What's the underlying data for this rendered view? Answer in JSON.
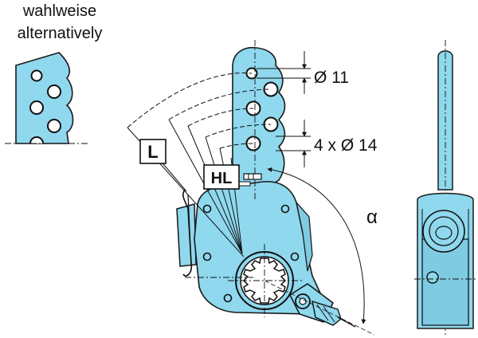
{
  "caption": {
    "line1": "wahlweise",
    "line2": "alternatively"
  },
  "labels": {
    "box_left": "L",
    "box_hole_lever": "HL",
    "angle_symbol": "α",
    "small_hole_dim": "Ø 11",
    "large_hole_dim": "4 x Ø 14"
  },
  "colors": {
    "part_fill": "#8fd8ee",
    "part_stroke": "#1a1a1a",
    "line": "#111111"
  }
}
